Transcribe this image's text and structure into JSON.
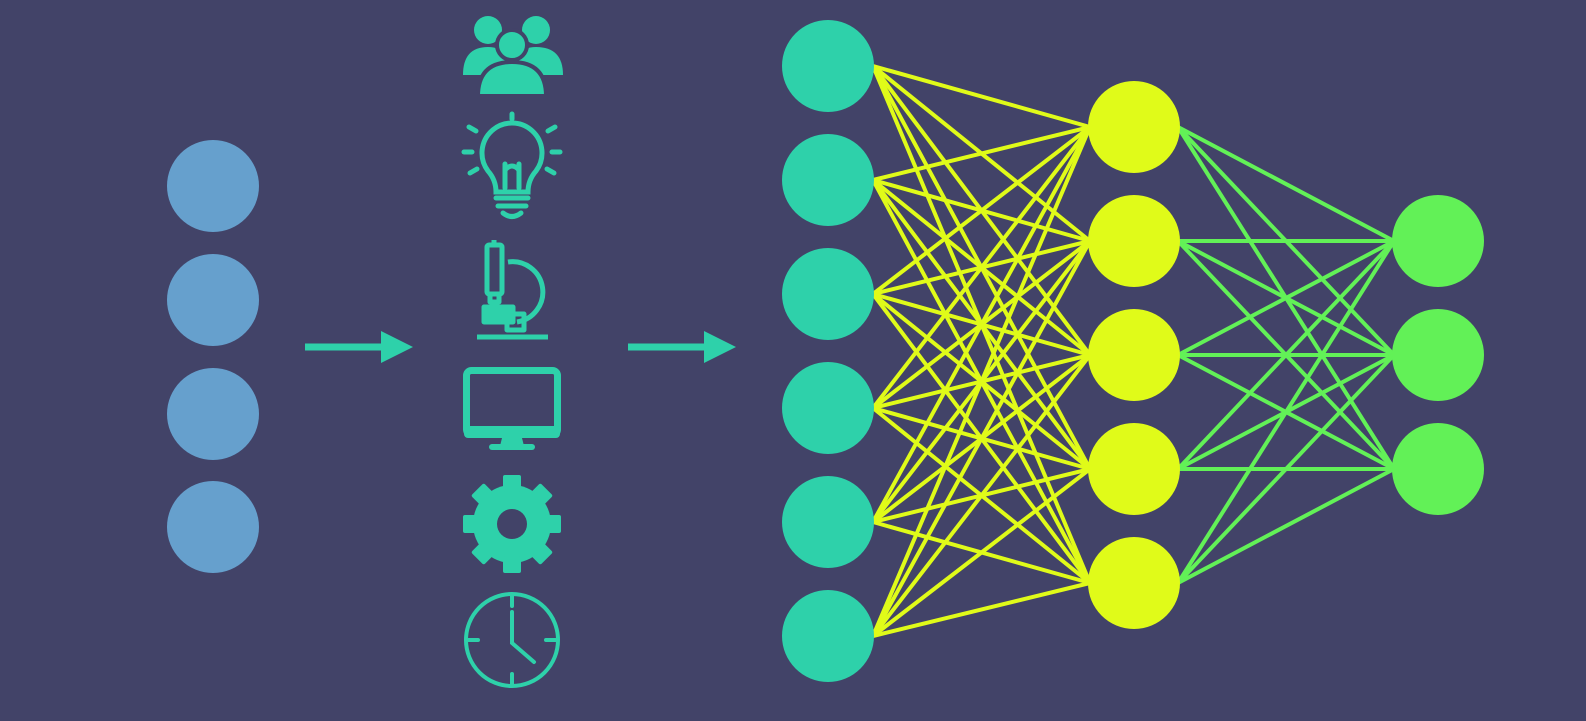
{
  "colors": {
    "background": "#424368",
    "source_nodes": "#66a0cd",
    "arrows": "#2ed1aa",
    "icons": "#2ed1aa",
    "input_layer": "#2ed1aa",
    "hidden_layer": "#e0fb19",
    "output_layer": "#62f157",
    "edges_input_hidden": "#e0fb19",
    "edges_hidden_output": "#62f157"
  },
  "source_node_count": 4,
  "icons": [
    "people-group-icon",
    "lightbulb-icon",
    "microscope-icon",
    "monitor-icon",
    "gear-icon",
    "clock-icon"
  ],
  "network": {
    "input_layer_size": 6,
    "hidden_layer_size": 5,
    "output_layer_size": 3
  }
}
